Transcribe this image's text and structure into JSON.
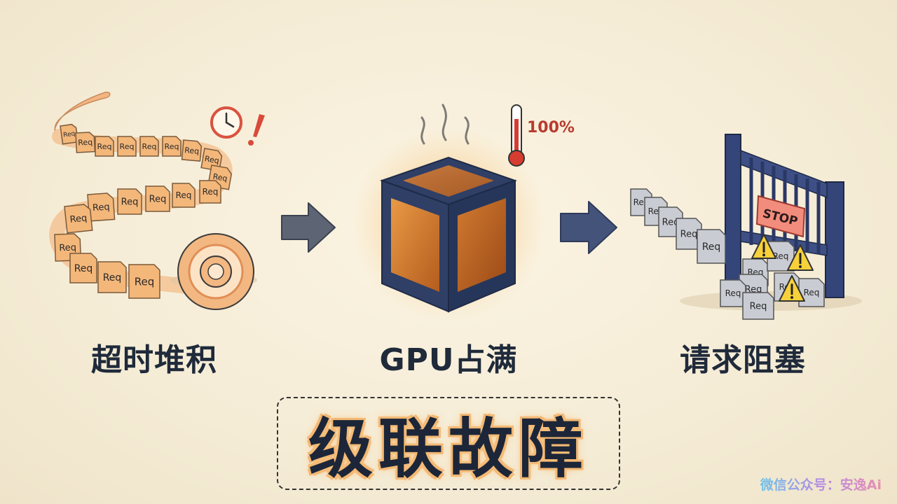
{
  "stages": [
    {
      "id": "timeout",
      "label": "超时堆积"
    },
    {
      "id": "gpu",
      "label": "GPU占满"
    },
    {
      "id": "blocked",
      "label": "请求阻塞"
    }
  ],
  "req_label": "Req",
  "stop_label": "STOP",
  "gpu_usage": "100%",
  "title": "级联故障",
  "watermark": "微信公众号：安逸Ai",
  "colors": {
    "orange": "#f4b77a",
    "navy": "#2f3f66",
    "gray": "#c9ccd3",
    "red": "#d94a3a",
    "yellow": "#f6d13a"
  }
}
